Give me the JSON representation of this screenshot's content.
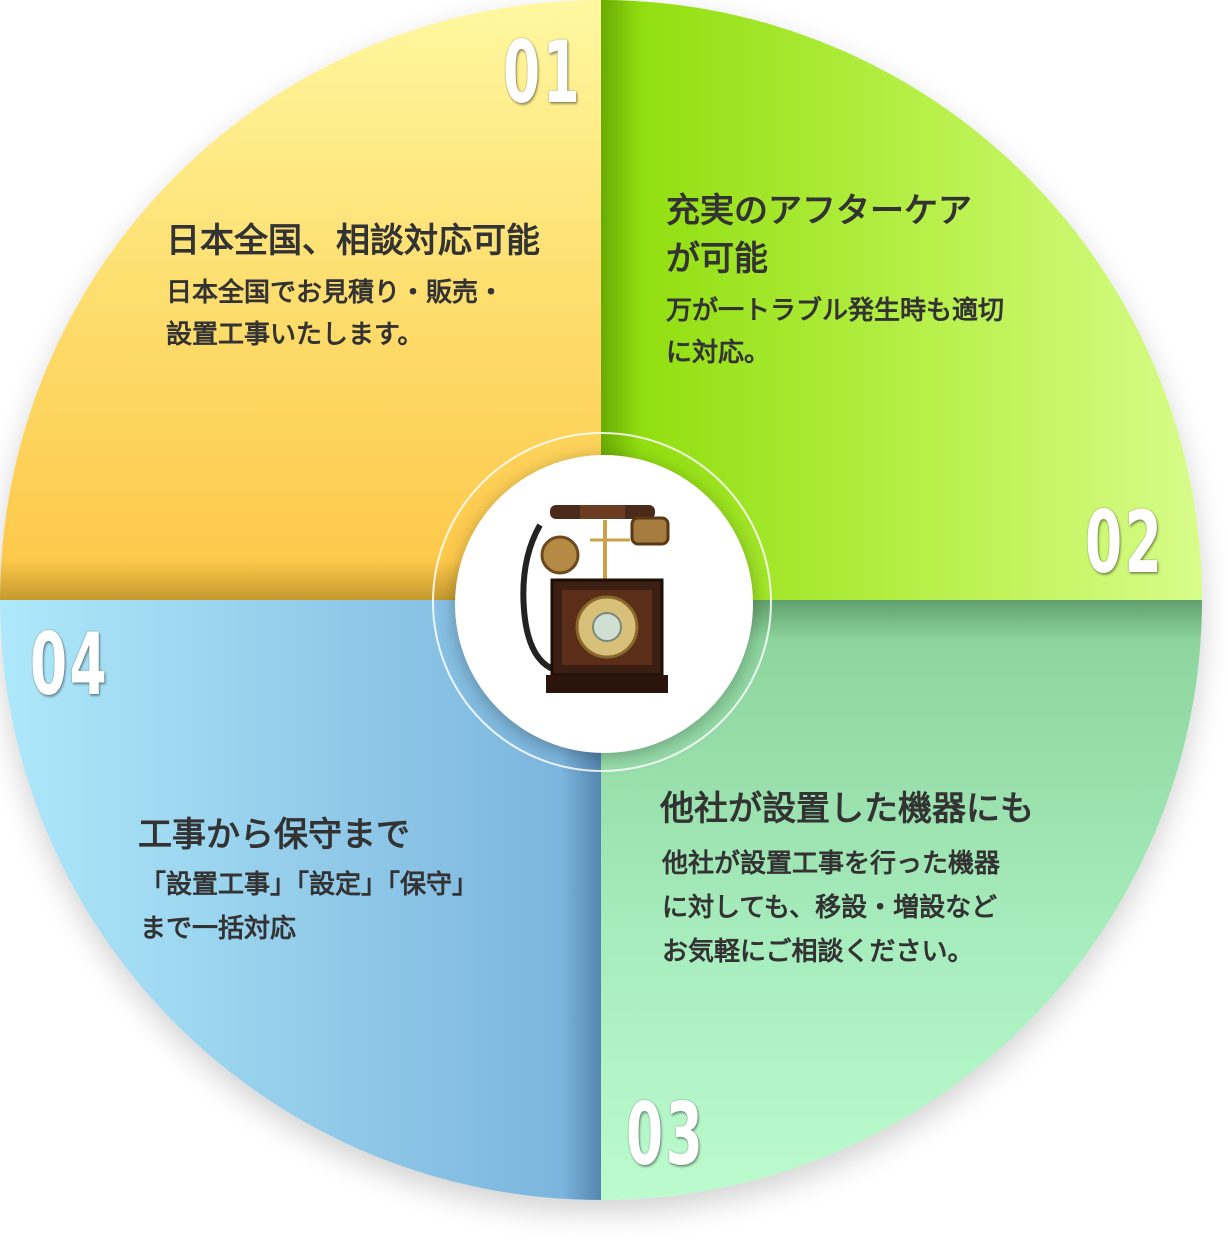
{
  "colors": {
    "q1": "#fdc646",
    "q2": "#8cdc08",
    "q3": "#a6ecbc",
    "q4": "#94cdea",
    "text": "#333333"
  },
  "sections": [
    {
      "number": "01",
      "title": "日本全国、相談対応可能",
      "desc": [
        "日本全国でお見積り・販売・",
        "設置工事いたします。"
      ]
    },
    {
      "number": "02",
      "title": [
        "充実のアフターケア",
        "が可能"
      ],
      "desc": [
        "万が一トラブル発生時も適切",
        "に対応。"
      ]
    },
    {
      "number": "03",
      "title": "他社が設置した機器にも",
      "desc": [
        "他社が設置工事を行った機器",
        "に対しても、移設・増設など",
        "お気軽にご相談ください。"
      ]
    },
    {
      "number": "04",
      "title": "工事から保守まで",
      "desc": [
        "「設置工事」「設定」「保守」",
        "まで一括対応"
      ]
    }
  ],
  "center_icon": "antique-telephone-icon"
}
